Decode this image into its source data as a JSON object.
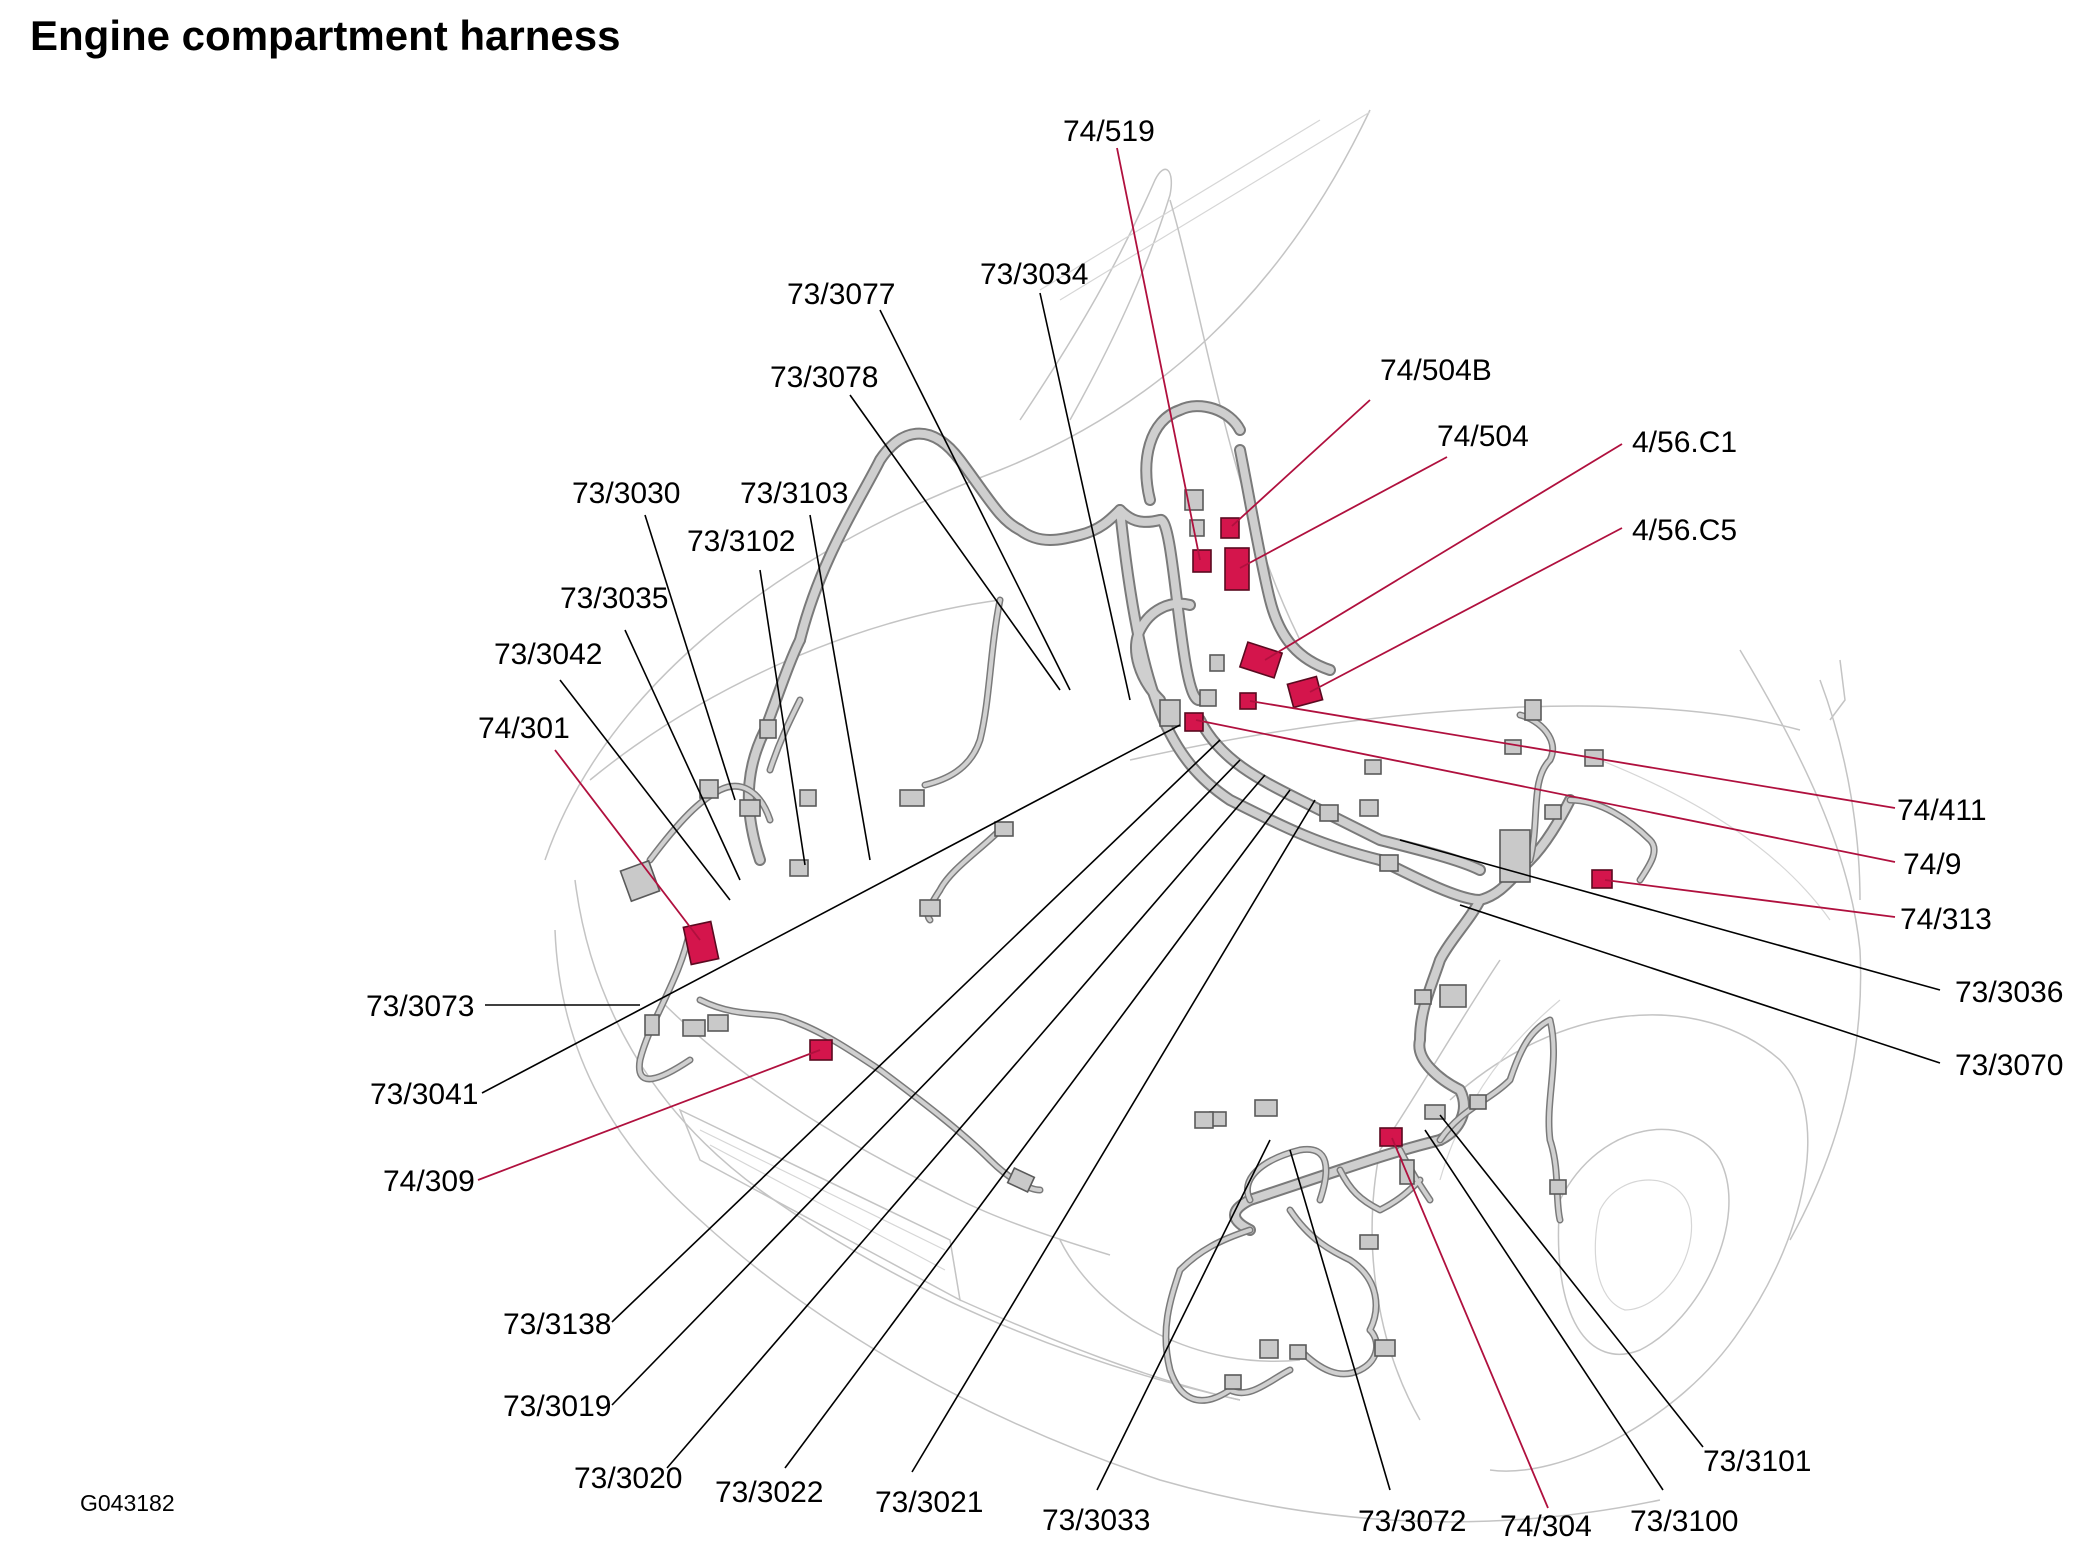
{
  "title": "Engine compartment harness",
  "figure_id": "G043182",
  "colors": {
    "harness": "#cfcfcf",
    "connector": "#c9c9c9",
    "highlight_connector": "#d4154c",
    "red_leader": "#b0103e",
    "outline": "#c4c4c4"
  },
  "labels": {
    "c74_519": "74/519",
    "c73_3077": "73/3077",
    "c73_3034": "73/3034",
    "c73_3078": "73/3078",
    "c74_504B": "74/504B",
    "c74_504": "74/504",
    "c4_56_C1": "4/56.C1",
    "c4_56_C5": "4/56.C5",
    "c73_3030": "73/3030",
    "c73_3103": "73/3103",
    "c73_3102": "73/3102",
    "c73_3035": "73/3035",
    "c73_3042": "73/3042",
    "c74_301": "74/301",
    "c74_411": "74/411",
    "c74_9": "74/9",
    "c74_313": "74/313",
    "c73_3036": "73/3036",
    "c73_3070": "73/3070",
    "c73_3073": "73/3073",
    "c73_3041": "73/3041",
    "c74_309": "74/309",
    "c73_3138": "73/3138",
    "c73_3019": "73/3019",
    "c73_3020": "73/3020",
    "c73_3022": "73/3022",
    "c73_3021": "73/3021",
    "c73_3033": "73/3033",
    "c73_3072": "73/3072",
    "c74_304": "74/304",
    "c73_3100": "73/3100",
    "c73_3101": "73/3101"
  }
}
